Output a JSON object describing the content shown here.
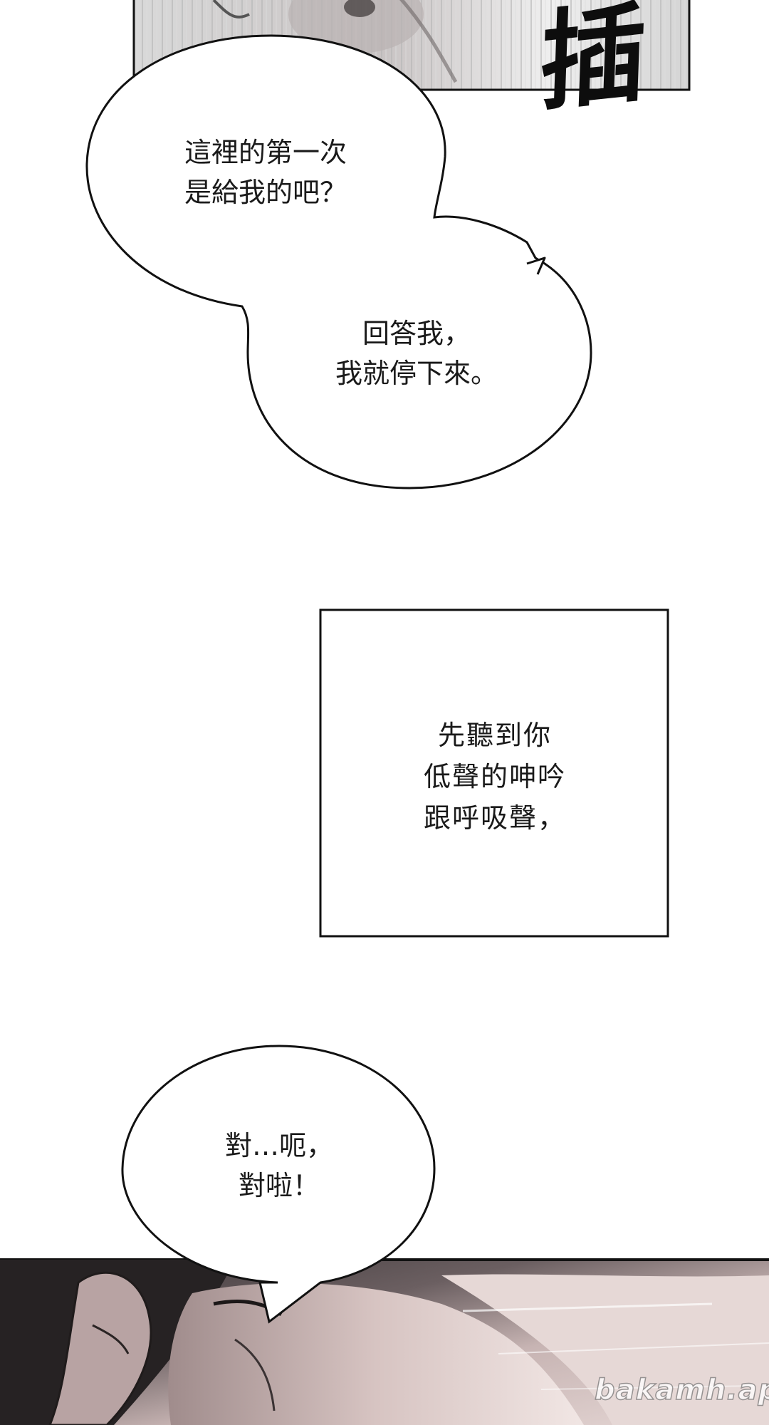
{
  "top_panel": {
    "sfx": "插"
  },
  "bubble_1": {
    "line1": "這裡的第一次",
    "line2": "是給我的吧？"
  },
  "bubble_2": {
    "line1": "回答我，",
    "line2": "我就停下來。"
  },
  "narration_box": {
    "line1": "先聽到你",
    "line2": "低聲的呻吟",
    "line3": "跟呼吸聲，"
  },
  "bubble_3": {
    "line1": "對…呃，",
    "line2": "對啦！"
  },
  "watermark": "bakamh.app"
}
